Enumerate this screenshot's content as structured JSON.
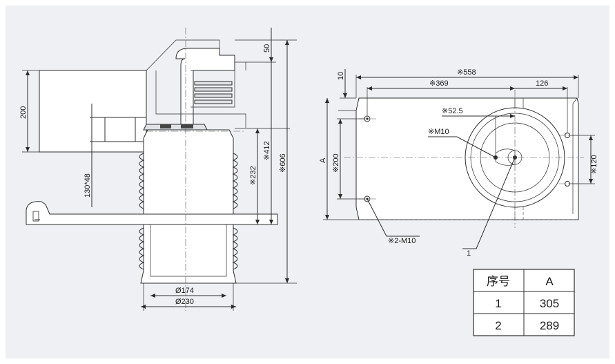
{
  "front_view": {
    "dim_50": "50",
    "dim_200": "200",
    "dim_412": "※412",
    "dim_606": "※606",
    "dim_232": "※232",
    "dim_130x48": "130*48",
    "dim_d174": "Ø174",
    "dim_d230": "Ø230"
  },
  "top_view": {
    "dim_558": "※558",
    "dim_369": "※369",
    "dim_126": "126",
    "dim_10": "10",
    "dim_52_5": "※52.5",
    "dim_m10": "※M10",
    "dim_a": "A",
    "dim_200": "※200",
    "dim_120": "※120",
    "dim_2m10": "※2-M10",
    "leader_1": "1"
  },
  "table": {
    "headers": [
      "序号",
      "A"
    ],
    "rows": [
      [
        "1",
        "305"
      ],
      [
        "2",
        "289"
      ]
    ]
  }
}
